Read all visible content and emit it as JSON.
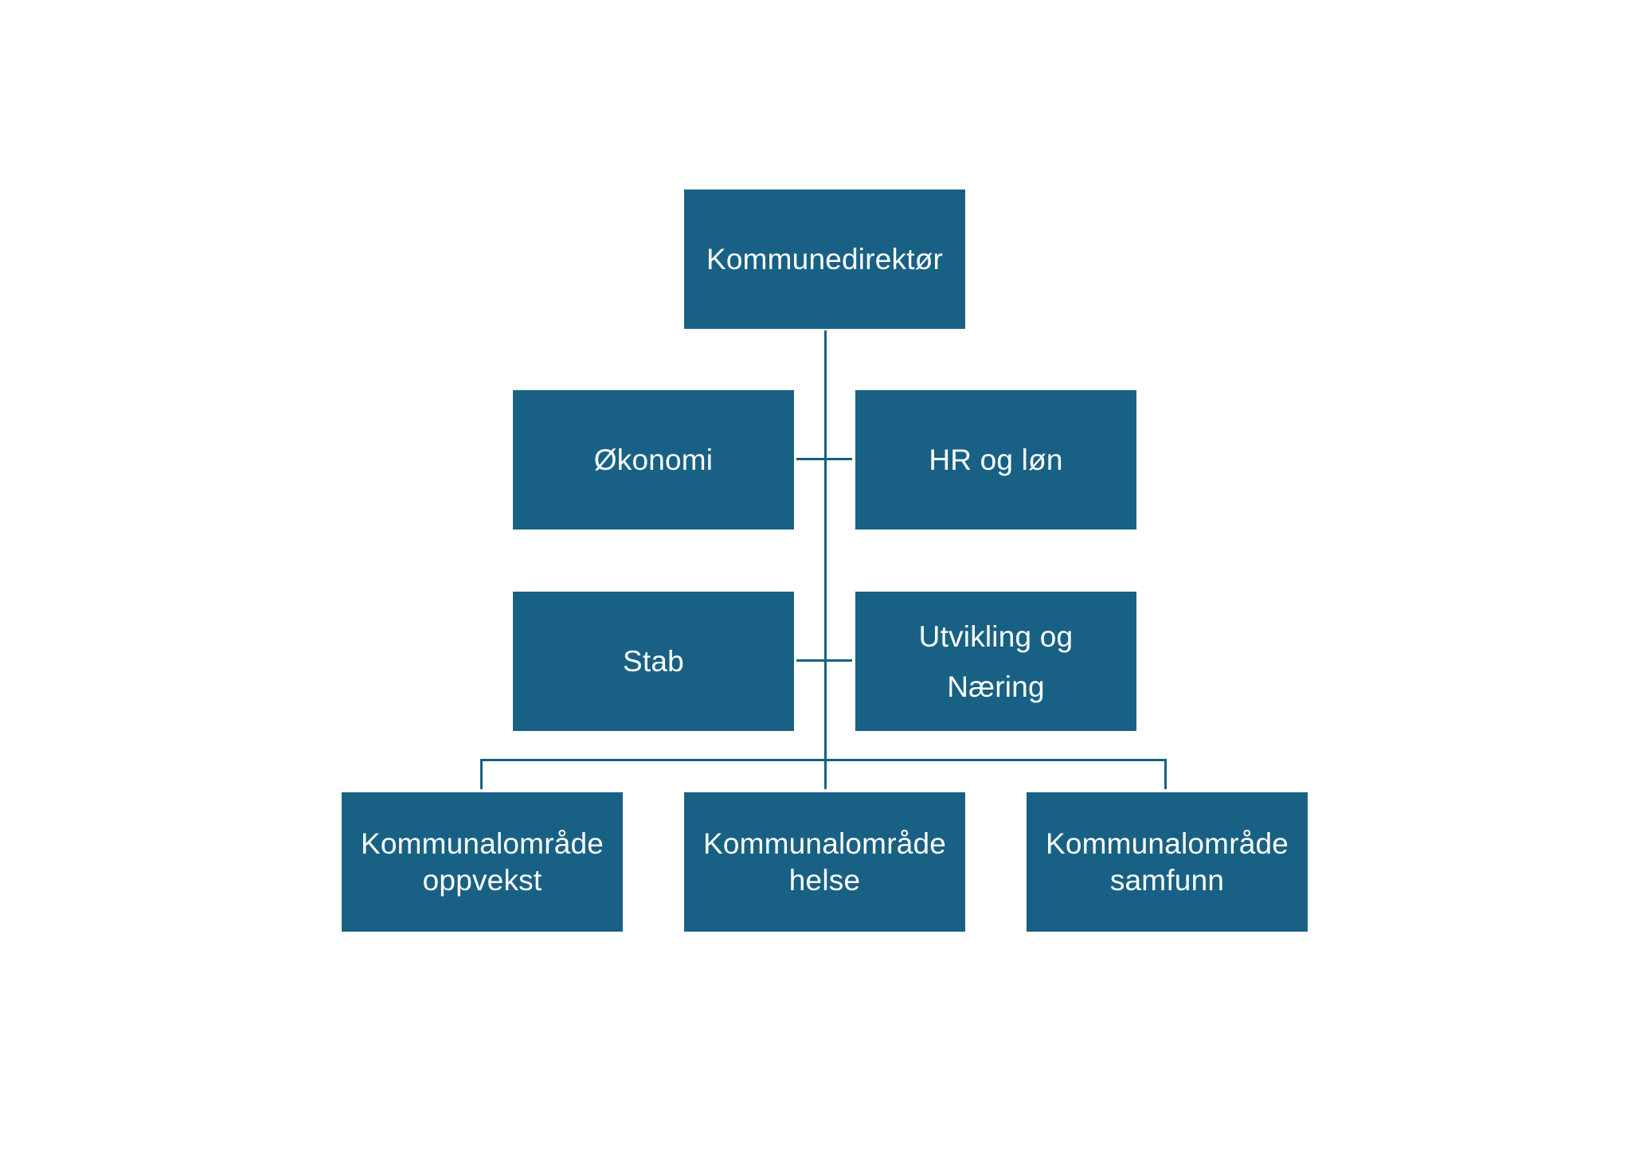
{
  "org_chart": {
    "colors": {
      "box_fill": "#186184",
      "box_text": "#ffffff",
      "connector": "#17607f",
      "background": "#ffffff"
    },
    "top": {
      "label": "Kommunedirektør"
    },
    "staff": [
      {
        "label": "Økonomi"
      },
      {
        "label": "HR og løn"
      },
      {
        "label": "Stab"
      },
      {
        "label": "Utvikling og\nNæring"
      }
    ],
    "areas": [
      {
        "label": "Kommunalområde\noppvekst"
      },
      {
        "label": "Kommunalområde\nhelse"
      },
      {
        "label": "Kommunalområde\nsamfunn"
      }
    ]
  }
}
